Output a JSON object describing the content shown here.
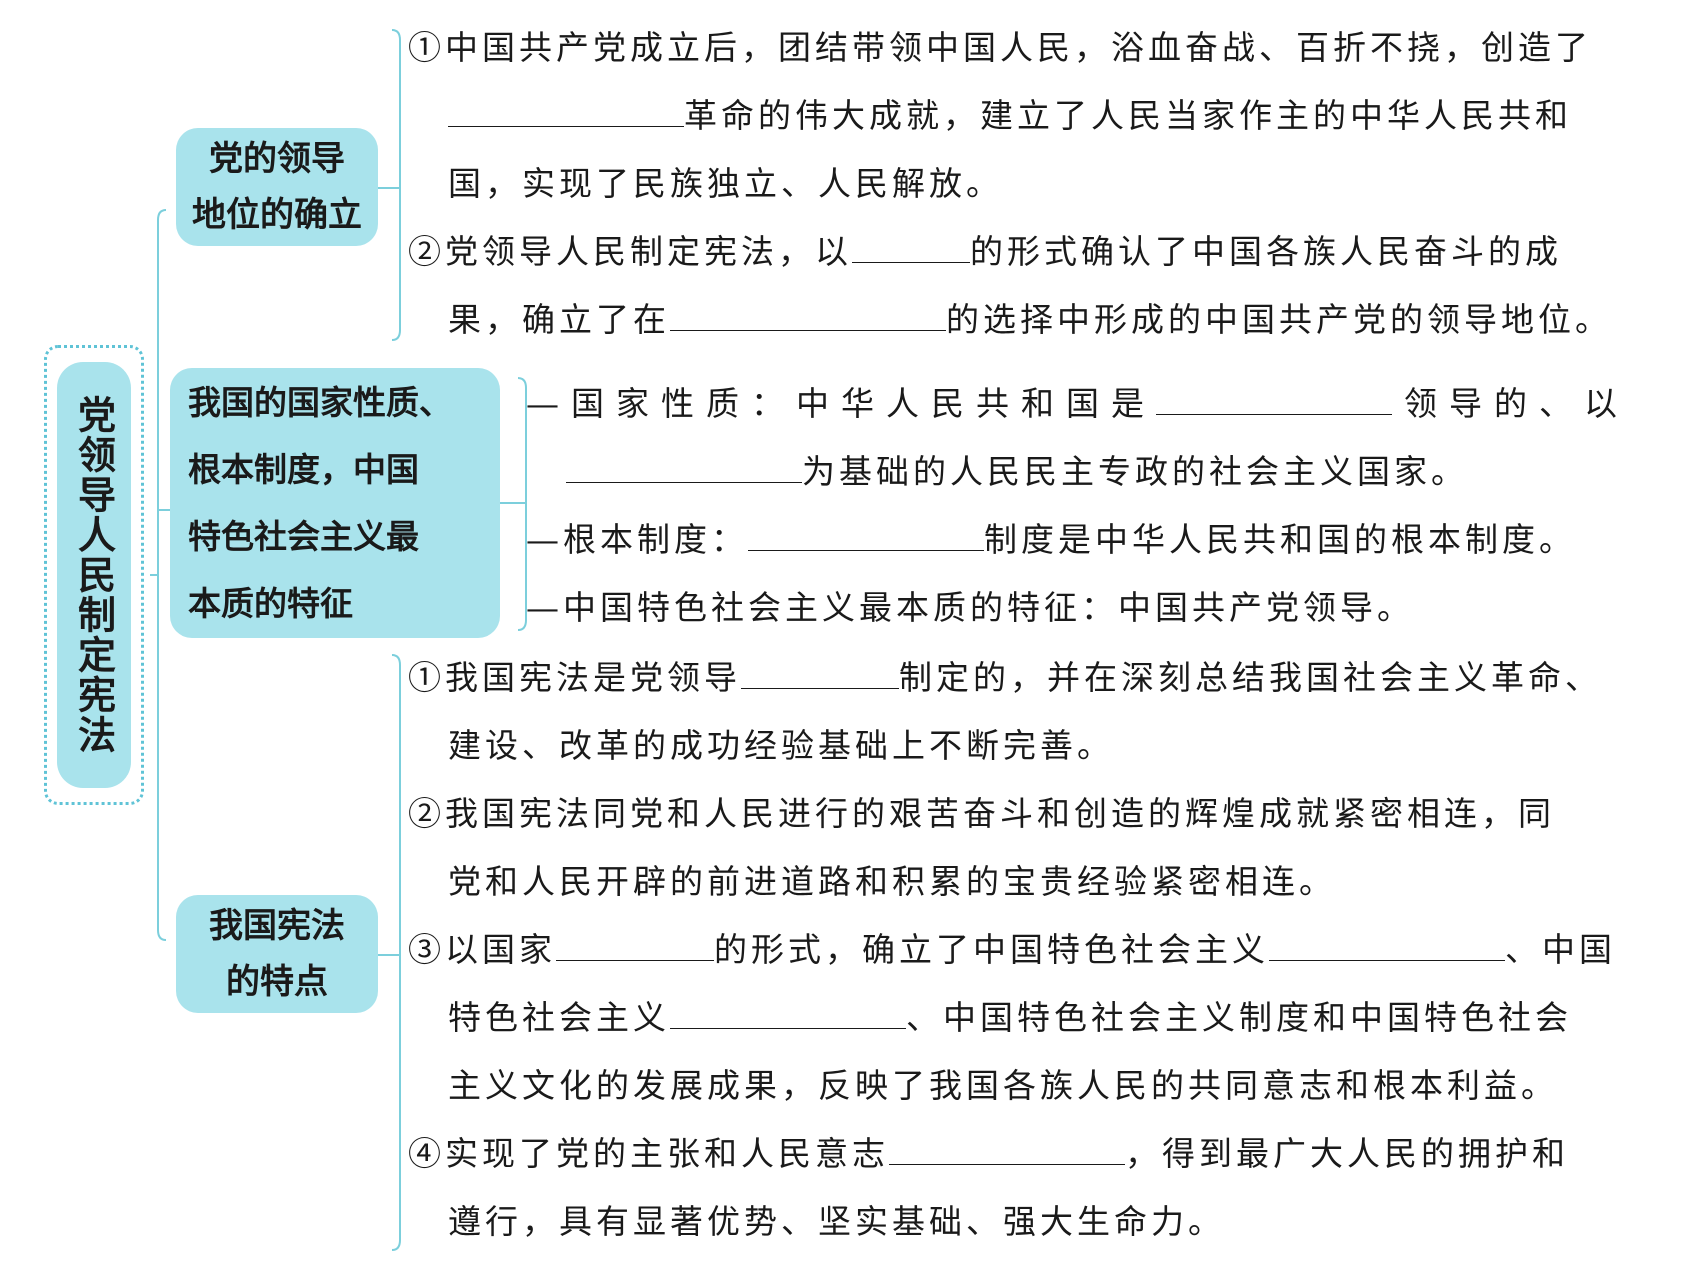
{
  "root": {
    "title": "党领导人民制定宪法"
  },
  "section1": {
    "title_line1": "党的领导",
    "title_line2": "地位的确立",
    "p1": {
      "l1": "①中国共产党成立后，团结带领中国人民，浴血奋战、百折不挠，创造了",
      "l2": "革命的伟大成就，建立了人民当家作主的中华人民共和",
      "l3": "国，实现了民族独立、人民解放。"
    },
    "p2": {
      "l1a": "②党领导人民制定宪法，以",
      "l1b": "的形式确认了中国各族人民奋斗的成",
      "l2a": "果，确立了在",
      "l2b": "的选择中形成的中国共产党的领导地位。"
    }
  },
  "section2": {
    "title_line1": "我国的国家性质、",
    "title_line2": "根本制度，中国",
    "title_line3": "特色社会主义最",
    "title_line4": "本质的特征",
    "p1": {
      "l1a": "—国家性质：中华人民共和国是",
      "l1b": "领导的、以",
      "l2b": "为基础的人民民主专政的社会主义国家。"
    },
    "p2": {
      "a": "—根本制度：",
      "b": "制度是中华人民共和国的根本制度。"
    },
    "p3": "—中国特色社会主义最本质的特征：中国共产党领导。"
  },
  "section3": {
    "title_line1": "我国宪法",
    "title_line2": "的特点",
    "p1": {
      "l1a": "①我国宪法是党领导",
      "l1b": "制定的，并在深刻总结我国社会主义革命、",
      "l2": "建设、改革的成功经验基础上不断完善。"
    },
    "p2": {
      "l1": "②我国宪法同党和人民进行的艰苦奋斗和创造的辉煌成就紧密相连，同",
      "l2": "党和人民开辟的前进道路和积累的宝贵经验紧密相连。"
    },
    "p3": {
      "l1a": "③以国家",
      "l1b": "的形式，确立了中国特色社会主义",
      "l1c": "、中国",
      "l2a": "特色社会主义",
      "l2b": "、中国特色社会主义制度和中国特色社会",
      "l3": "主义文化的发展成果，反映了我国各族人民的共同意志和根本利益。"
    },
    "p4": {
      "l1a": "④实现了党的主张和人民意志",
      "l1b": "，得到最广大人民的拥护和",
      "l2": "遵行，具有显著优势、坚实基础、强大生命力。"
    }
  }
}
